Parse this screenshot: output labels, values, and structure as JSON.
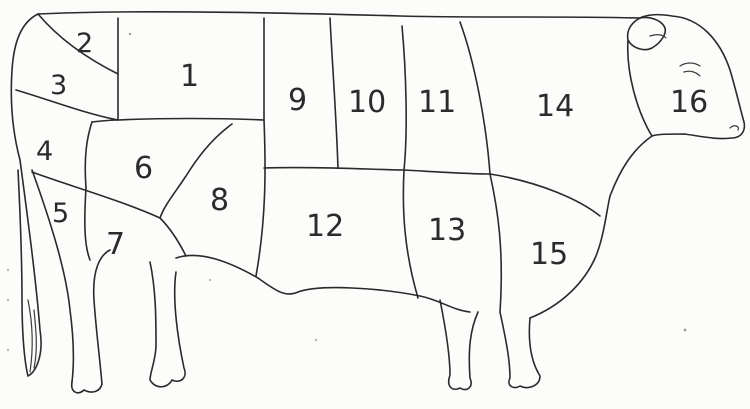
{
  "cuts": [
    {
      "id": "1",
      "label": "1"
    },
    {
      "id": "2",
      "label": "2"
    },
    {
      "id": "3",
      "label": "3"
    },
    {
      "id": "4",
      "label": "4"
    },
    {
      "id": "5",
      "label": "5"
    },
    {
      "id": "6",
      "label": "6"
    },
    {
      "id": "7",
      "label": "7"
    },
    {
      "id": "8",
      "label": "8"
    },
    {
      "id": "9",
      "label": "9"
    },
    {
      "id": "10",
      "label": "10"
    },
    {
      "id": "11",
      "label": "11"
    },
    {
      "id": "12",
      "label": "12"
    },
    {
      "id": "13",
      "label": "13"
    },
    {
      "id": "14",
      "label": "14"
    },
    {
      "id": "15",
      "label": "15"
    },
    {
      "id": "16",
      "label": "16"
    }
  ]
}
